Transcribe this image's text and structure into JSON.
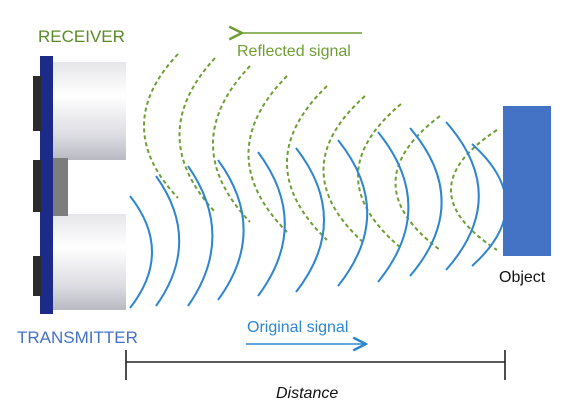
{
  "labels": {
    "receiver": "RECEIVER",
    "transmitter": "TRANSMITTER",
    "reflected_signal": "Reflected signal",
    "original_signal": "Original signal",
    "object": "Object",
    "distance": "Distance"
  },
  "colors": {
    "receiver_green": "#5a8a2a",
    "reflected_wave_green": "#6f9e35",
    "transmitter_blue": "#4472c4",
    "original_wave_blue": "#2e86d0",
    "object_blue": "#4472c4",
    "board_navy": "#1c2a8a",
    "distance_line": "#222222"
  }
}
